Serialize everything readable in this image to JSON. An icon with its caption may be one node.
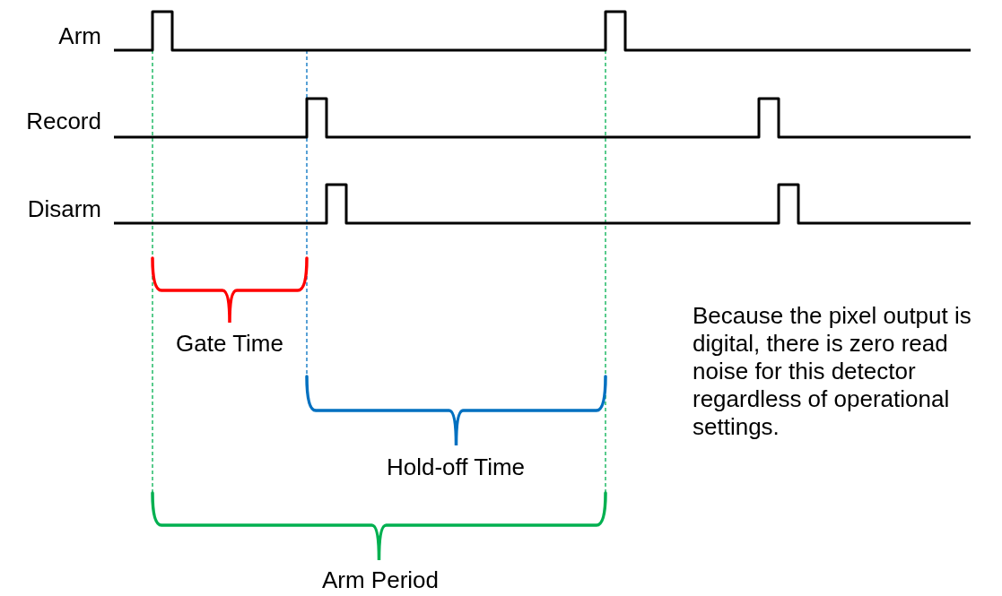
{
  "diagram": {
    "labels": [
      "Arm",
      "Record",
      "Disarm",
      "Gate Time",
      "Hold-off Time",
      "Arm Period",
      "Because the pixel output is digital, there is zero read noise for this detector regardless of operational settings."
    ]
  }
}
